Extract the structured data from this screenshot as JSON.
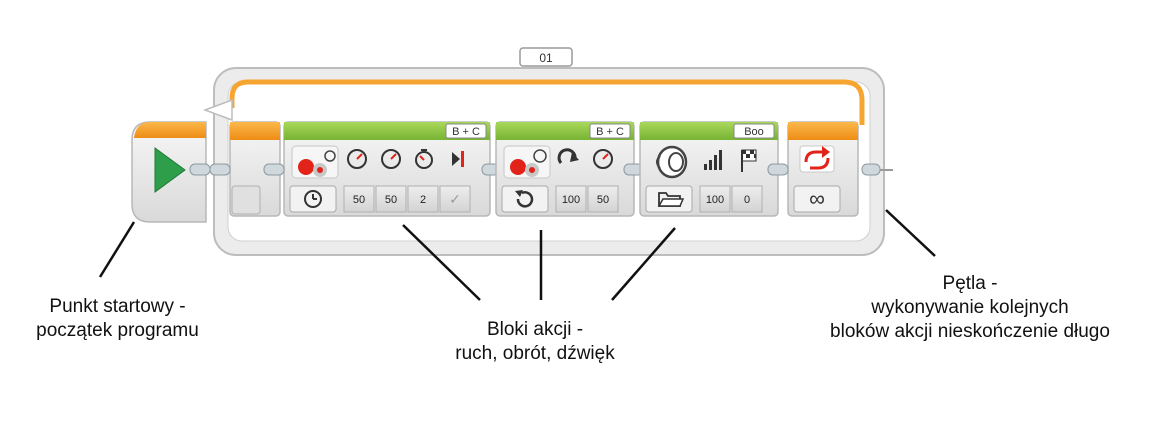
{
  "loop": {
    "name_tab": "01",
    "mode_symbol": "∞"
  },
  "blocks": {
    "move_tank": {
      "port_label": "B + C",
      "params": [
        "50",
        "50",
        "2",
        "✓"
      ]
    },
    "move_steering": {
      "port_label": "B + C",
      "params": [
        "100",
        "50"
      ]
    },
    "sound": {
      "file_label": "Boo",
      "params": [
        "100",
        "0"
      ]
    }
  },
  "annotations": {
    "start": [
      "Punkt startowy -",
      "początek programu"
    ],
    "actions": [
      "Bloki akcji -",
      "ruch, obrót, dźwięk"
    ],
    "loop": [
      "Pętla -",
      "wykonywanie kolejnych",
      "bloków akcji nieskończenie długo"
    ]
  },
  "colors": {
    "start_orange": "#f39a1e",
    "action_green": "#8cc63f",
    "play_green": "#2e9e4a",
    "loop_orange": "#f7a531",
    "block_gray": "#e9e9e9",
    "red_icon": "#e2231a"
  }
}
